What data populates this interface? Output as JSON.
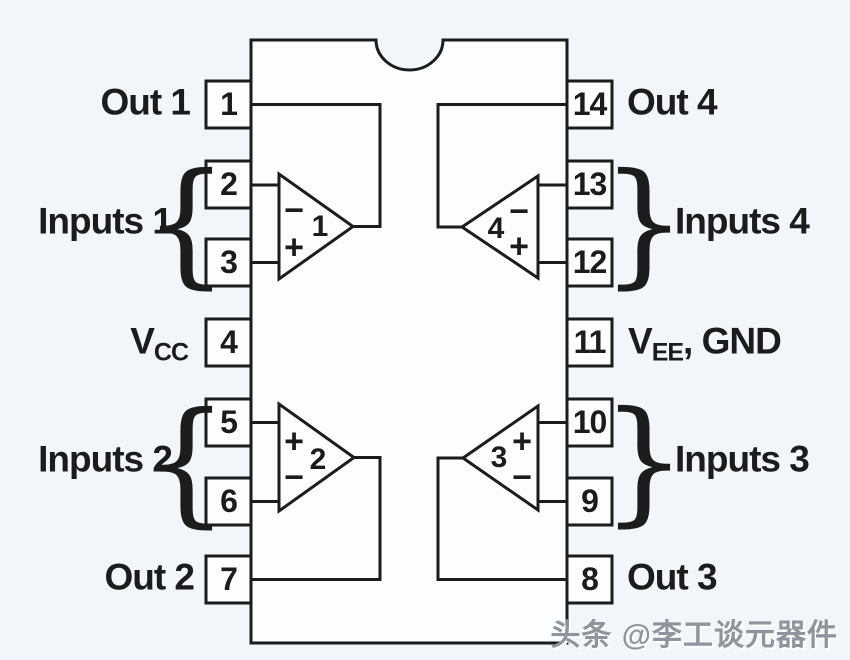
{
  "colors": {
    "line": "#1c1c1c",
    "background": "#f2f5f9",
    "shape_fill": "#fcfdfe",
    "watermark_text": "#8e959c"
  },
  "pins": {
    "left": [
      "1",
      "2",
      "3",
      "4",
      "5",
      "6",
      "7"
    ],
    "right": [
      "14",
      "13",
      "12",
      "11",
      "10",
      "9",
      "8"
    ]
  },
  "labels": {
    "left": {
      "out1": "Out 1",
      "inputs1": "Inputs 1",
      "vcc_base": "V",
      "vcc_sub": "CC",
      "inputs2": "Inputs 2",
      "out2": "Out 2"
    },
    "right": {
      "out4": "Out 4",
      "inputs4": "Inputs 4",
      "vee_base": "V",
      "vee_sub": "EE",
      "vee_suffix": ", GND",
      "inputs3": "Inputs 3",
      "out3": "Out 3"
    },
    "brace_open": "{",
    "brace_close": "}"
  },
  "opamps": {
    "a1": {
      "number": "1",
      "top_sign": "−",
      "bottom_sign": "+"
    },
    "a2": {
      "number": "2",
      "top_sign": "+",
      "bottom_sign": "−"
    },
    "a3": {
      "number": "3",
      "top_sign": "+",
      "bottom_sign": "−"
    },
    "a4": {
      "number": "4",
      "top_sign": "−",
      "bottom_sign": "+"
    }
  },
  "watermark": "头条 @李工谈元器件"
}
